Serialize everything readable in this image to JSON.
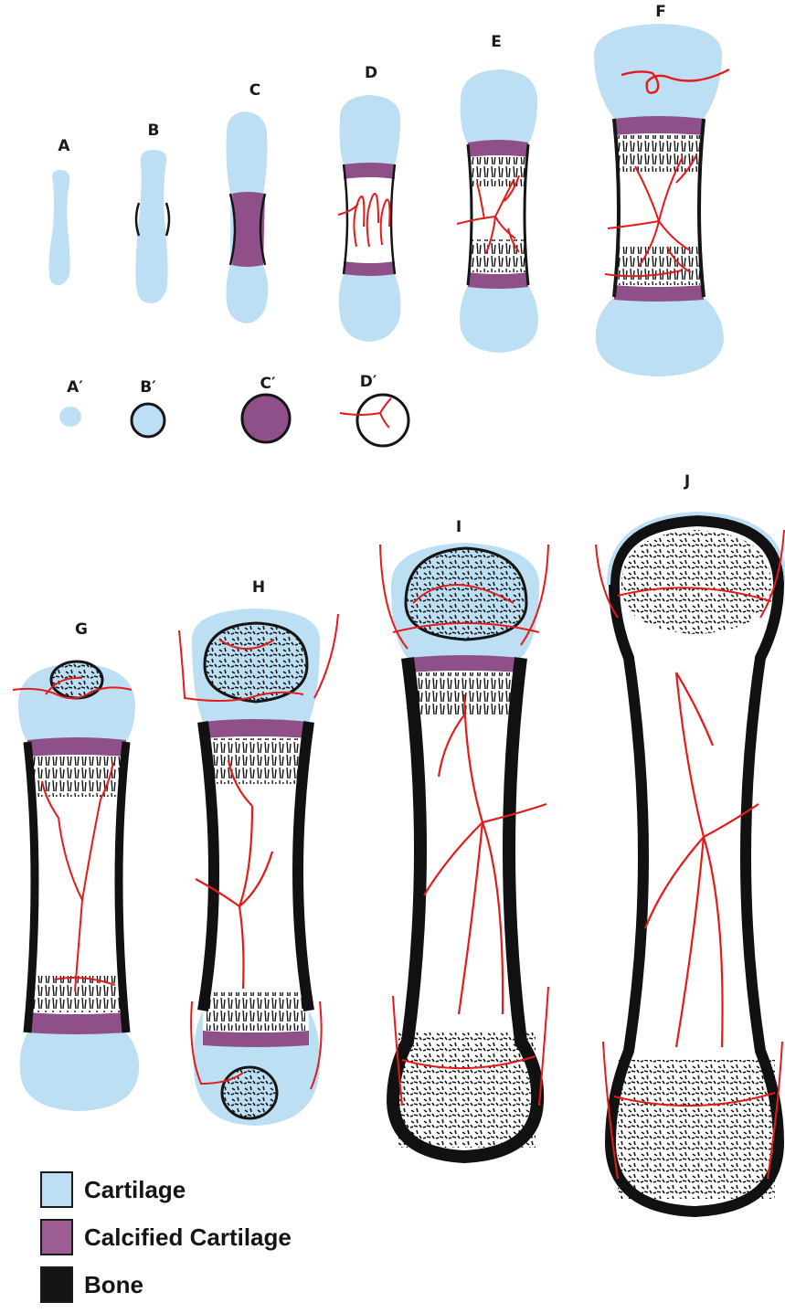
{
  "stages": {
    "A": "A",
    "B": "B",
    "C": "C",
    "D": "D",
    "E": "E",
    "F": "F",
    "G": "G",
    "H": "H",
    "I": "I",
    "J": "J"
  },
  "cross_sections": {
    "A": "A′",
    "B": "B′",
    "C": "C′",
    "D": "D′"
  },
  "legend": {
    "cartilage": {
      "label": "Cartilage",
      "color": "#bcdff3"
    },
    "calcified": {
      "label": "Calcified Cartilage",
      "color": "#9c5e92"
    },
    "bone": {
      "label": "Bone",
      "color": "#151515"
    }
  },
  "colors": {
    "cartilage": "#bcdff3",
    "calcified": "#8f4f88",
    "bone": "#111111",
    "vessel": "#e31b1b"
  }
}
